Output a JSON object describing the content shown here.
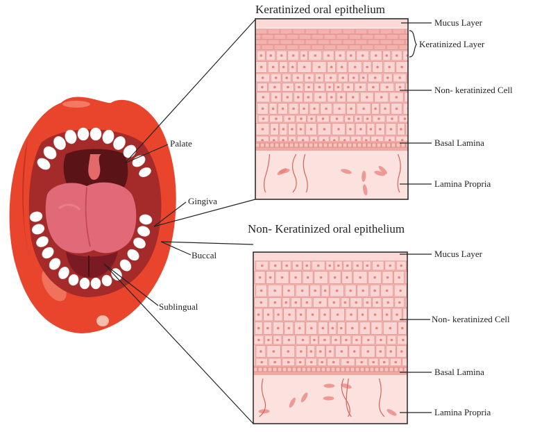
{
  "titles": {
    "keratinized": "Keratinized oral epithelium",
    "non_keratinized": "Non- Keratinized oral epithelium"
  },
  "mouth_labels": {
    "palate": "Palate",
    "gingiva": "Gingiva",
    "buccal": "Buccal",
    "sublingual": "Sublingual"
  },
  "keratinized_layers": {
    "mucus": "Mucus Layer",
    "keratinized": "Keratinized Layer",
    "non_keratinized_cell": "Non- keratinized Cell",
    "basal_lamina": "Basal Lamina",
    "lamina_propria": "Lamina Propria"
  },
  "non_keratinized_layers": {
    "mucus": "Mucus Layer",
    "non_keratinized_cell": "Non- keratinized Cell",
    "basal_lamina": "Basal Lamina",
    "lamina_propria": "Lamina Propria"
  },
  "colors": {
    "lip": "#e8452c",
    "lip_dark": "#c62f1d",
    "mouth_inside": "#a52a2a",
    "throat": "#5a1418",
    "tongue": "#e06a78",
    "teeth": "#ffffff",
    "tissue": "#f7c4c0",
    "cell_fill": "#f9d6d3",
    "cell_stroke": "#e38f8a",
    "nucleus": "#e9807b",
    "lamina": "#fbe2df"
  }
}
